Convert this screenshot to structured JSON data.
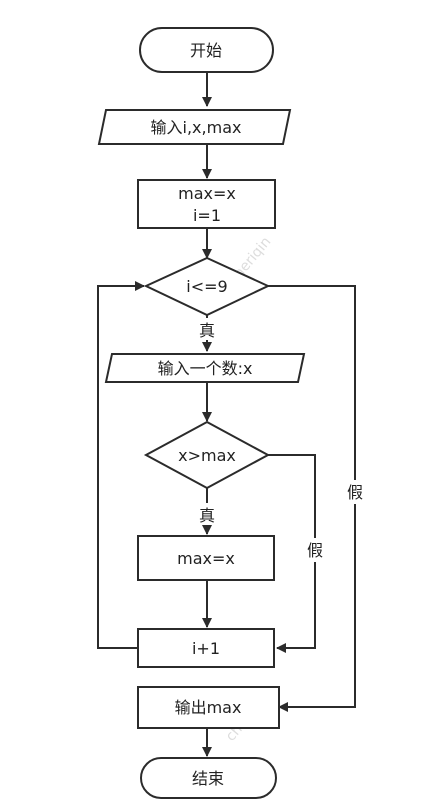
{
  "nodes": {
    "start": "开始",
    "input_vars": "输入i,x,max",
    "init_line1": "max=x",
    "init_line2": "i=1",
    "loop_cond": "i<=9",
    "input_number": "输入一个数:x",
    "compare_cond": "x>max",
    "assign_max": "max=x",
    "increment": "i+1",
    "output": "输出max",
    "end": "结束"
  },
  "edge_labels": {
    "loop_true": "真",
    "loop_false": "假",
    "compare_true": "真",
    "compare_false": "假"
  },
  "watermark": "cheriqin",
  "colors": {
    "stroke": "#2b2b2b",
    "fill": "#ffffff",
    "text": "#222222"
  }
}
